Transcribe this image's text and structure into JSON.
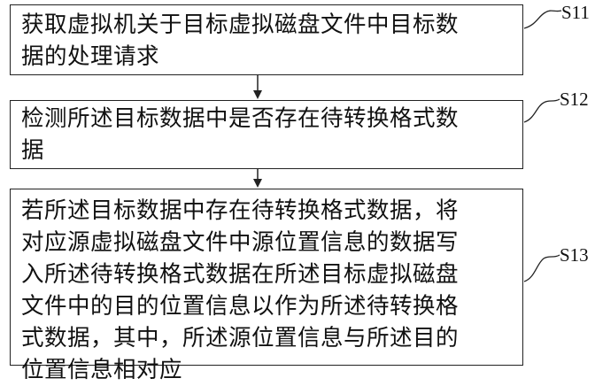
{
  "steps": [
    {
      "id": "S11",
      "lines": [
        "获取虚拟机关于目标虚拟磁盘文件中目标数",
        "据的处理请求"
      ]
    },
    {
      "id": "S12",
      "lines": [
        "检测所述目标数据中是否存在待转换格式数",
        "据"
      ]
    },
    {
      "id": "S13",
      "lines": [
        "若所述目标数据中存在待转换格式数据，将",
        "对应源虚拟磁盘文件中源位置信息的数据写",
        "入所述待转换格式数据在所述目标虚拟磁盘",
        "文件中的目的位置信息以作为所述待转换格",
        "式数据，其中，所述源位置信息与所述目的",
        "位置信息相对应"
      ]
    }
  ]
}
